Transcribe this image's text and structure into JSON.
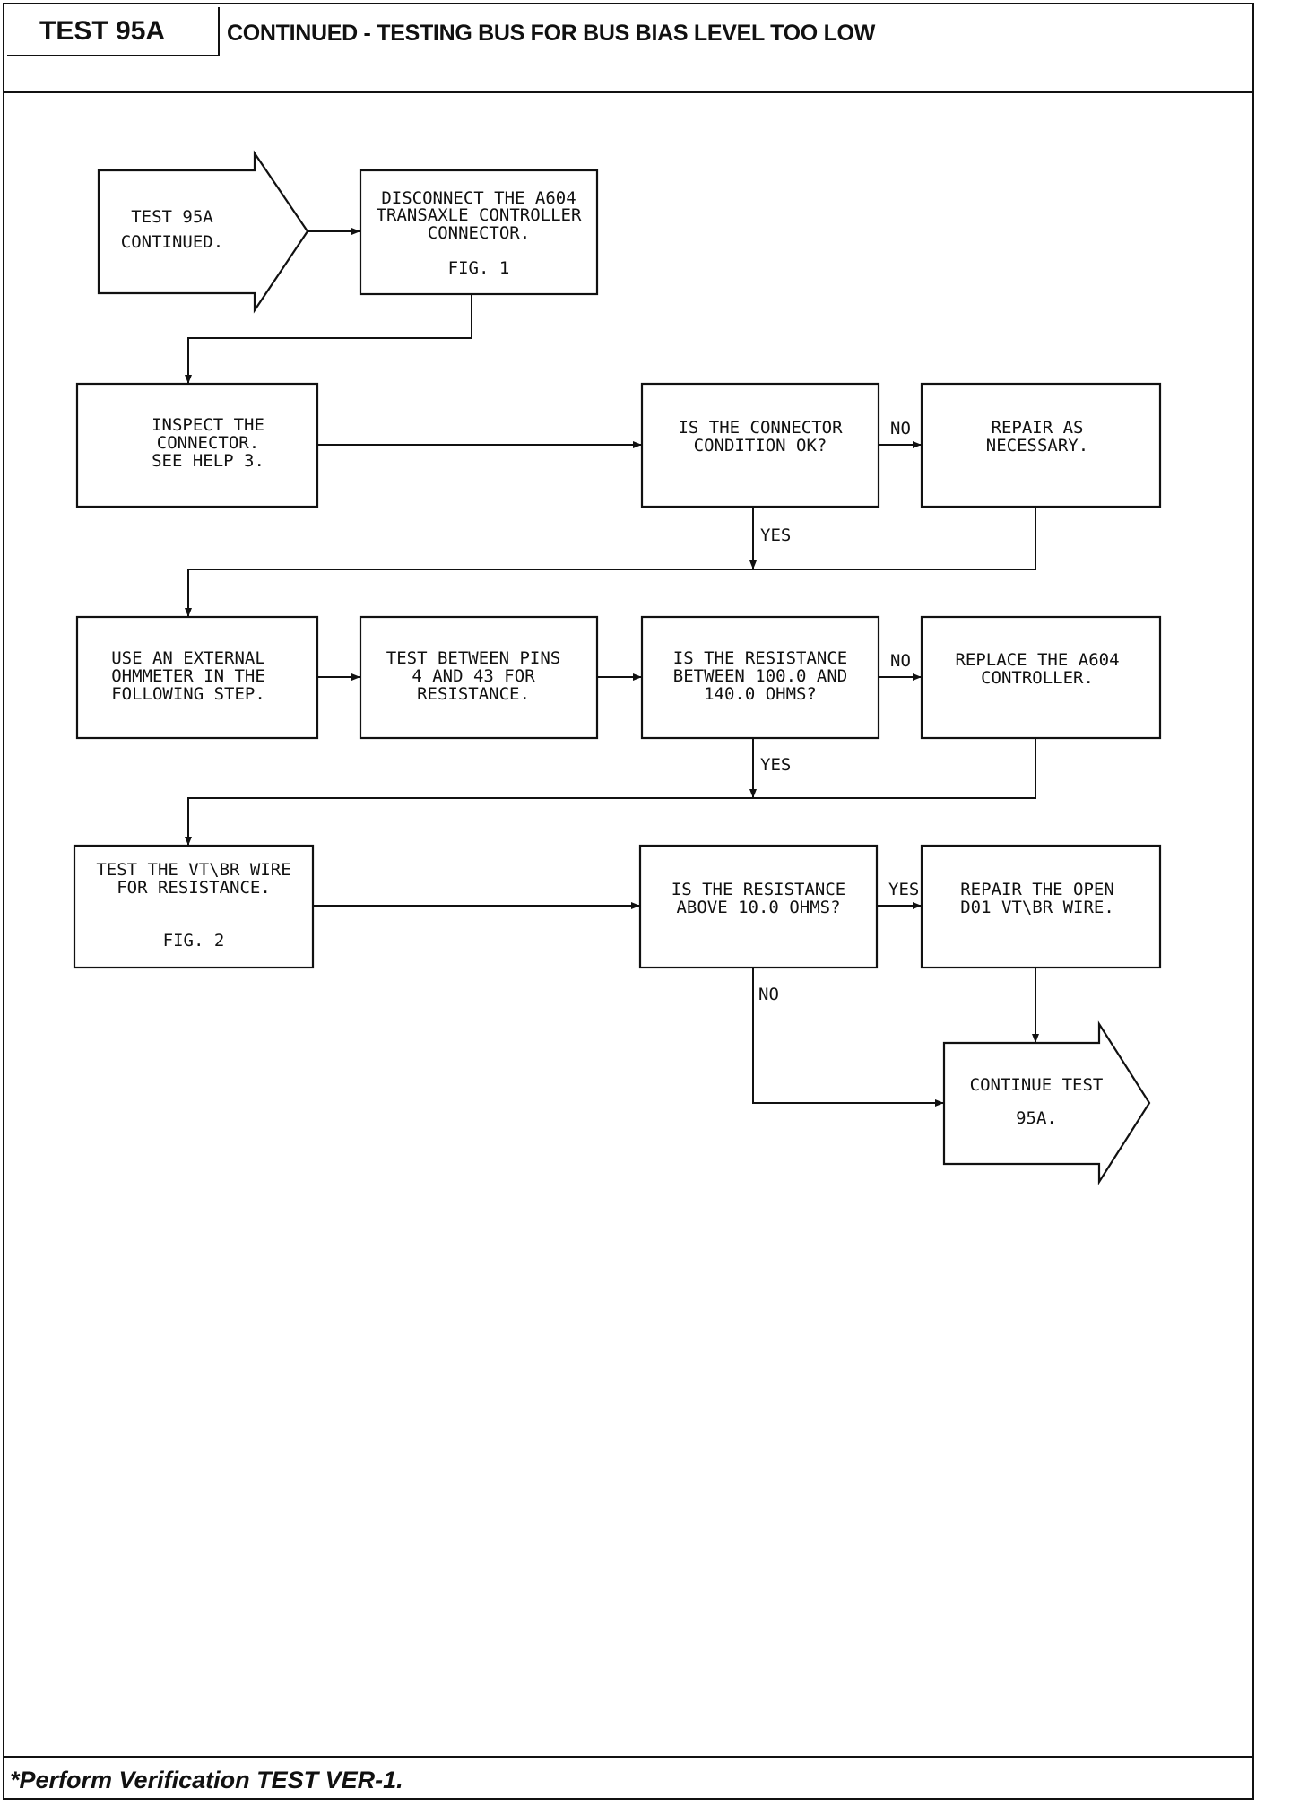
{
  "header": {
    "test_id": "TEST 95A",
    "title": "CONTINUED - TESTING BUS FOR BUS BIAS LEVEL TOO LOW"
  },
  "footer": {
    "note": "*Perform Verification TEST VER-1."
  },
  "flowchart": {
    "start": [
      "TEST 95A",
      "CONTINUED."
    ],
    "disconnect": [
      "DISCONNECT THE A604",
      "TRANSAXLE CONTROLLER",
      "CONNECTOR.",
      "FIG. 1"
    ],
    "inspect": [
      "INSPECT THE",
      "CONNECTOR.",
      "SEE HELP 3."
    ],
    "q_connector": [
      "IS THE CONNECTOR",
      "CONDITION OK?"
    ],
    "repair_connector": [
      "REPAIR AS",
      "NECESSARY."
    ],
    "use_ohmmeter": [
      "USE AN EXTERNAL",
      "OHMMETER IN THE",
      "FOLLOWING STEP."
    ],
    "test_pins": [
      "TEST BETWEEN PINS",
      "4 AND 43 FOR",
      "RESISTANCE."
    ],
    "q_resistance_range": [
      "IS THE RESISTANCE",
      "BETWEEN 100.0 AND",
      "140.0 OHMS?"
    ],
    "replace_controller": [
      "REPLACE THE A604",
      "CONTROLLER."
    ],
    "test_wire": [
      "TEST THE VT\\BR WIRE",
      "FOR RESISTANCE.",
      "FIG. 2"
    ],
    "q_resistance_above": [
      "IS THE RESISTANCE",
      "ABOVE 10.0 OHMS?"
    ],
    "repair_wire": [
      "REPAIR THE OPEN",
      "D01 VT\\BR WIRE."
    ],
    "continue": [
      "CONTINUE TEST",
      "95A."
    ],
    "labels": {
      "no": "NO",
      "yes": "YES"
    }
  }
}
